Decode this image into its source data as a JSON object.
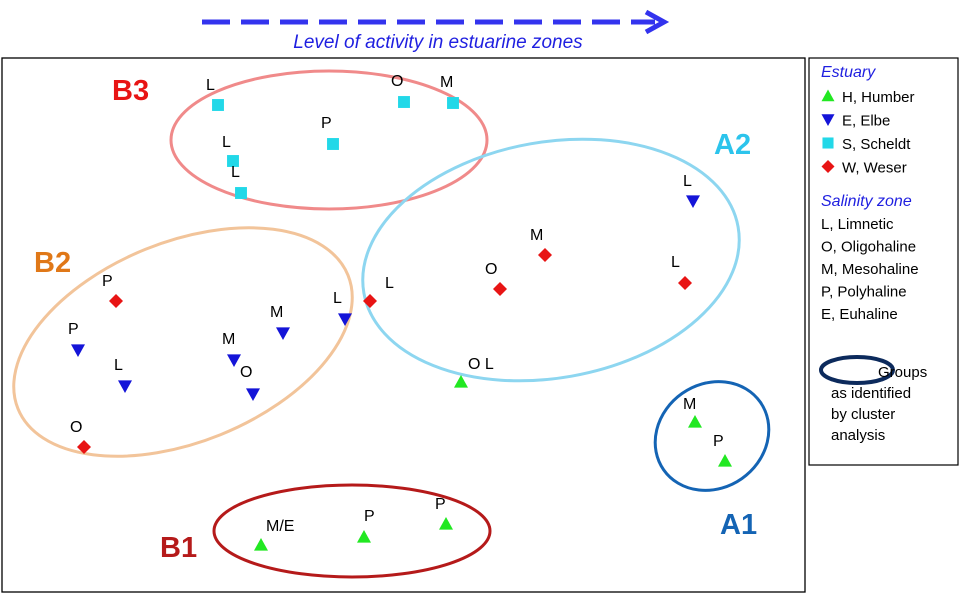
{
  "header": {
    "caption": "Level of activity in estuarine zones"
  },
  "colors": {
    "humber": "#22e822",
    "elbe": "#1414d8",
    "scheldt": "#22d8e8",
    "weser": "#e81414",
    "arrow": "#3333ee",
    "B3": "#f08a8a",
    "B2": "#f2c49a",
    "B1": "#b51a1a",
    "A2": "#8dd6f0",
    "A1": "#1464b4",
    "group_outline_legend": "#0c2a5c"
  },
  "groups": [
    {
      "id": "B3",
      "label": "B3",
      "label_color": "#e81414"
    },
    {
      "id": "B2",
      "label": "B2",
      "label_color": "#e07818"
    },
    {
      "id": "B1",
      "label": "B1",
      "label_color": "#b51a1a"
    },
    {
      "id": "A2",
      "label": "A2",
      "label_color": "#2cc4ec"
    },
    {
      "id": "A1",
      "label": "A1",
      "label_color": "#1464b4"
    }
  ],
  "points": [
    {
      "estuary": "scheldt",
      "zone": "L"
    },
    {
      "estuary": "scheldt",
      "zone": "L"
    },
    {
      "estuary": "scheldt",
      "zone": "L"
    },
    {
      "estuary": "scheldt",
      "zone": "P"
    },
    {
      "estuary": "scheldt",
      "zone": "O"
    },
    {
      "estuary": "scheldt",
      "zone": "M"
    },
    {
      "estuary": "elbe",
      "zone": "L"
    },
    {
      "estuary": "weser",
      "zone": "M"
    },
    {
      "estuary": "weser",
      "zone": "O"
    },
    {
      "estuary": "weser",
      "zone": "L"
    },
    {
      "estuary": "weser",
      "zone": "L"
    },
    {
      "estuary": "humber",
      "zone": "O L"
    },
    {
      "estuary": "weser",
      "zone": "P"
    },
    {
      "estuary": "elbe",
      "zone": "P"
    },
    {
      "estuary": "elbe",
      "zone": "L"
    },
    {
      "estuary": "elbe",
      "zone": "M"
    },
    {
      "estuary": "elbe",
      "zone": "M"
    },
    {
      "estuary": "elbe",
      "zone": "O"
    },
    {
      "estuary": "elbe",
      "zone": "L"
    },
    {
      "estuary": "weser",
      "zone": "O"
    },
    {
      "estuary": "humber",
      "zone": "M/E"
    },
    {
      "estuary": "humber",
      "zone": "P"
    },
    {
      "estuary": "humber",
      "zone": "P"
    },
    {
      "estuary": "humber",
      "zone": "M"
    },
    {
      "estuary": "humber",
      "zone": "P"
    }
  ],
  "legend": {
    "estuary_title": "Estuary",
    "estuaries": [
      {
        "key": "humber",
        "shape": "triangle-up",
        "label": "H, Humber"
      },
      {
        "key": "elbe",
        "shape": "triangle-down",
        "label": "E, Elbe"
      },
      {
        "key": "scheldt",
        "shape": "square",
        "label": "S, Scheldt"
      },
      {
        "key": "weser",
        "shape": "diamond",
        "label": "W, Weser"
      }
    ],
    "salinity_title": "Salinity zone",
    "zones": [
      "L, Limnetic",
      "O, Oligohaline",
      "M, Mesohaline",
      "P, Polyhaline",
      "E, Euhaline"
    ],
    "groups_note": [
      "Groups",
      "as identified",
      "by cluster",
      "analysis"
    ]
  }
}
